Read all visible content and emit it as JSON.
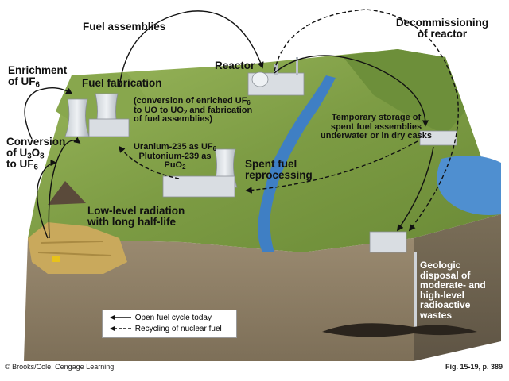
{
  "labels": {
    "fuel_assemblies": "Fuel assemblies",
    "decommissioning": "Decommissioning",
    "of_reactor": "of reactor",
    "enrichment": "Enrichment",
    "of_uf6_of": "of UF",
    "six": "6",
    "reactor": "Reactor",
    "fuel_fabrication": "Fuel fabrication",
    "conversion_paren_1": "(conversion of enriched UF",
    "conversion_paren_2a": "to UO to UO",
    "two": "2",
    "conversion_paren_2b": " and fabrication",
    "conversion_paren_3": "of fuel assemblies)",
    "temp_storage_1": "Temporary storage of",
    "temp_storage_2": "spent fuel assemblies",
    "temp_storage_3": "underwater or in dry casks",
    "conversion_u3o8_1": "Conversion",
    "conversion_u3o8_2a": "of U",
    "three": "3",
    "o": "O",
    "eight": "8",
    "to_uf": "to UF",
    "uranium_235": "Uranium-235 as UF",
    "plutonium_239": "Plutonium-239 as",
    "puo": "PuO",
    "spent_fuel": "Spent fuel",
    "reprocessing": "reprocessing",
    "low_level_1": "Low-level radiation",
    "low_level_2": "with long half-life",
    "geologic_1": "Geologic",
    "geologic_2": "disposal of",
    "geologic_3": "moderate- and",
    "geologic_4": "high-level",
    "geologic_5": "radioactive",
    "geologic_6": "wastes"
  },
  "legend": {
    "open_cycle": "Open fuel cycle today",
    "recycling": "Recycling of nuclear fuel"
  },
  "footer": {
    "credit": "© Brooks/Cole, Cengage Learning",
    "figure_ref": "Fig. 15-19, p. 389"
  },
  "colors": {
    "grass_light": "#8fae52",
    "grass_dark": "#5f7d2e",
    "soil_front": "#8a7a62",
    "soil_right": "#6f6450",
    "river": "#3f7fc4",
    "lake": "#4f8fd0",
    "building": "#d9dde2"
  }
}
